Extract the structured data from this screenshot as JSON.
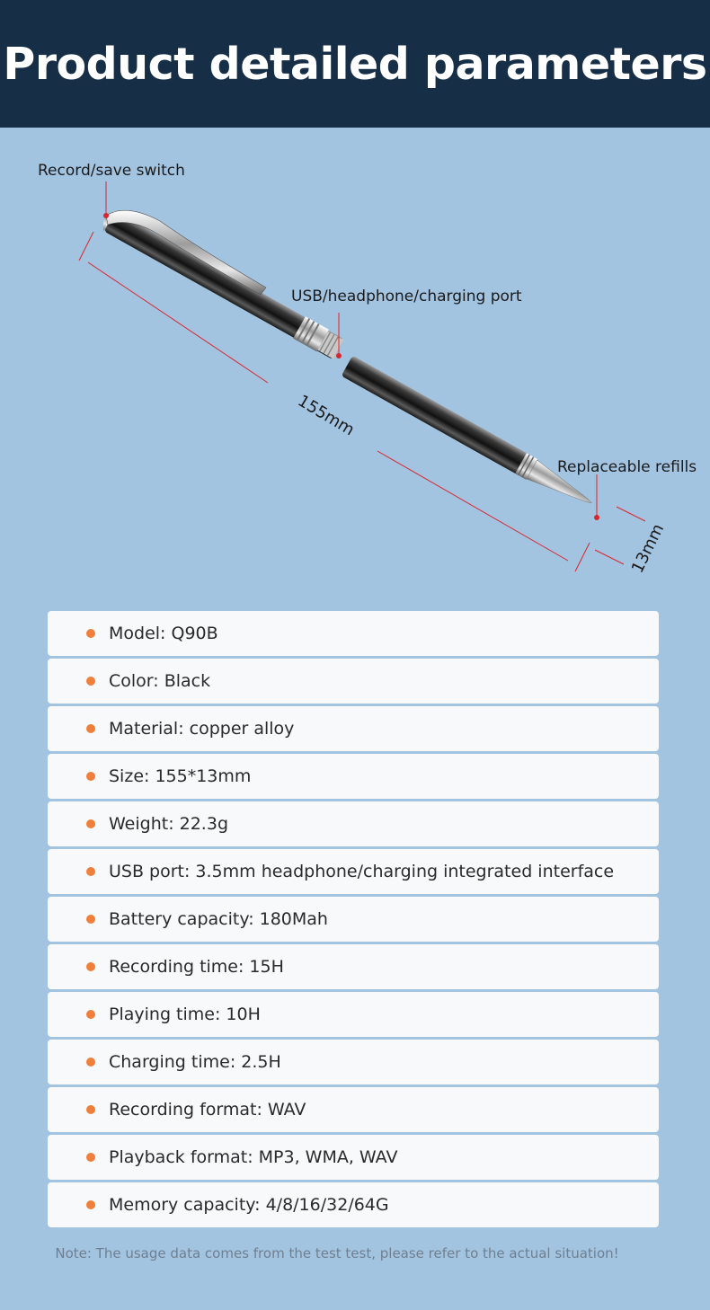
{
  "header": {
    "title": "Product detailed parameters"
  },
  "diagram": {
    "callouts": {
      "record_switch": "Record/save switch",
      "usb_port": "USB/headphone/charging port",
      "refills": "Replaceable refills"
    },
    "dimensions": {
      "length": "155mm",
      "diameter": "13mm"
    },
    "colors": {
      "dimension_line": "#d8262c",
      "marker": "#d8262c"
    }
  },
  "specs": [
    "Model: Q90B",
    "Color: Black",
    "Material: copper alloy",
    "Size: 155*13mm",
    "Weight: 22.3g",
    "USB port: 3.5mm headphone/charging integrated interface",
    "Battery capacity: 180Mah",
    "Recording time: 15H",
    "Playing time: 10H",
    "Charging time: 2.5H",
    "Recording format: WAV",
    "Playback format: MP3, WMA, WAV",
    "Memory capacity: 4/8/16/32/64G"
  ],
  "note": "Note: The usage data comes from the test test, please refer to the actual situation!",
  "colors": {
    "header_bg": "#172f46",
    "page_bg": "#a3c4e1",
    "bullet": "#f07f3c",
    "row_bg": "#f7f9fb"
  }
}
